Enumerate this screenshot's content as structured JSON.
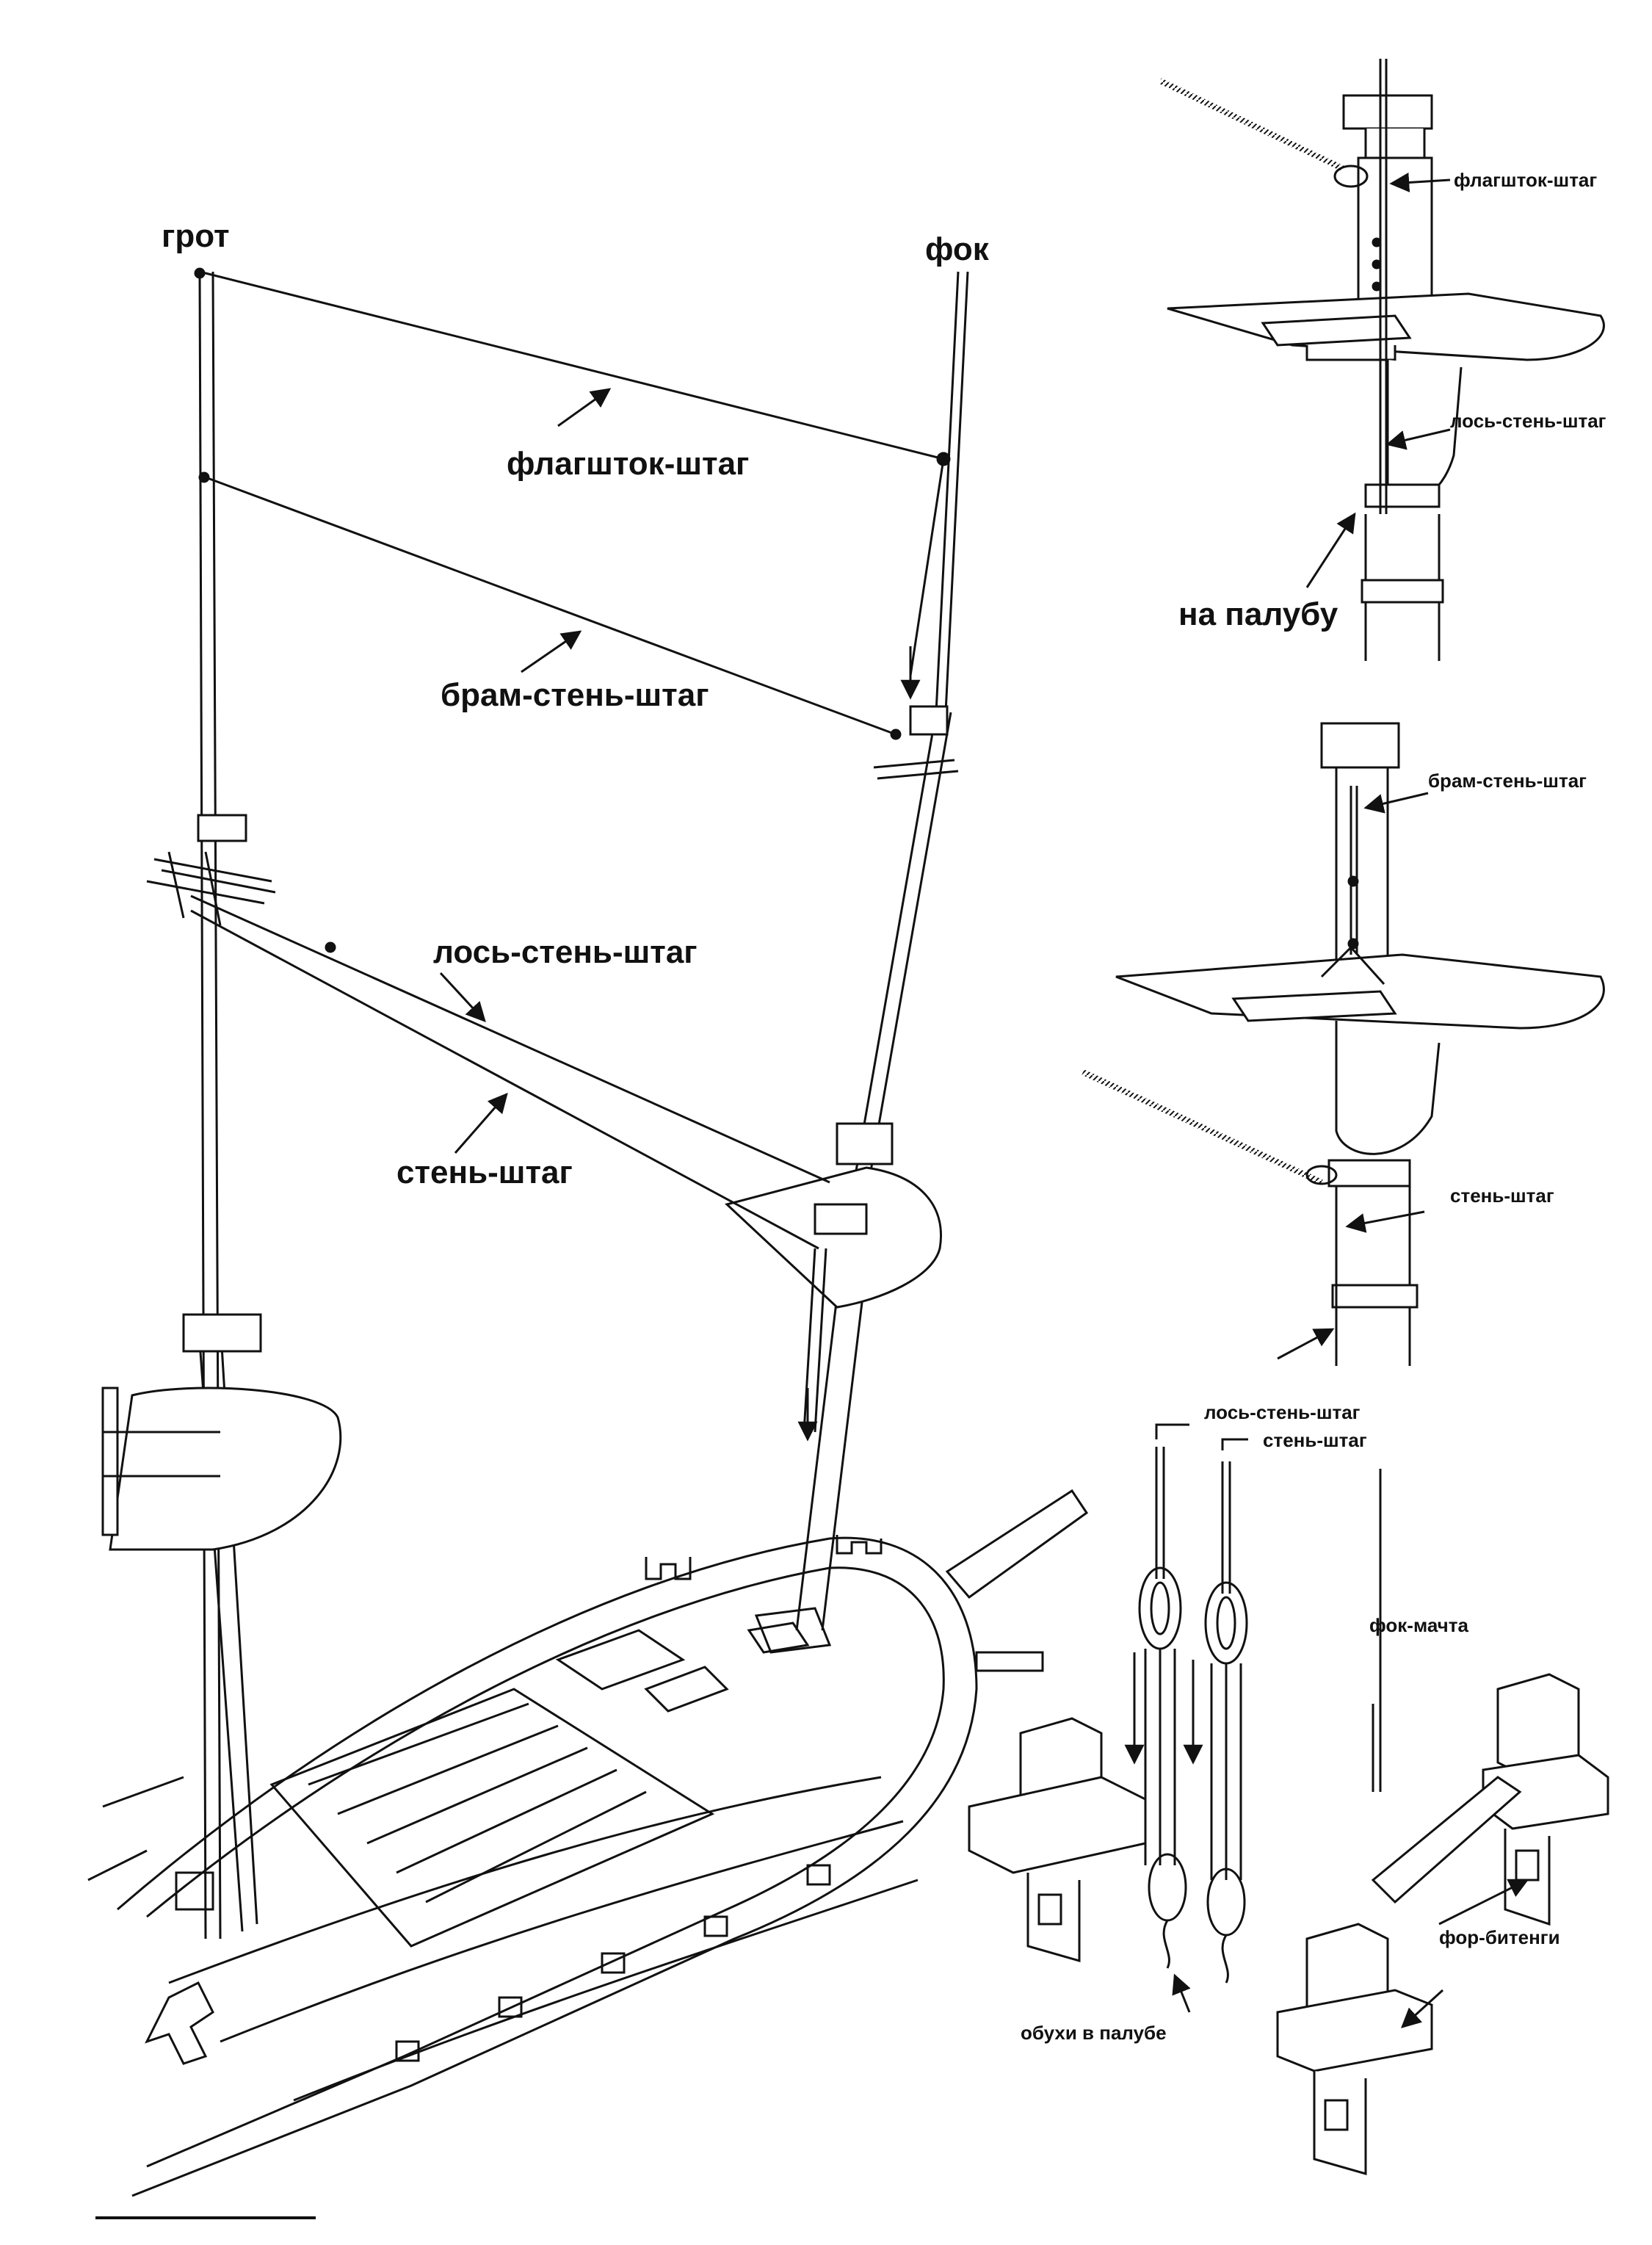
{
  "main_view": {
    "mast_grot": "грот",
    "mast_fok": "фок",
    "stay_flagshtok": "флагшток-штаг",
    "stay_bram": "брам-стень-штаг",
    "stay_los": "лось-стень-штаг",
    "stay_sten": "стень-штаг"
  },
  "detail_top": {
    "stay_flagshtok": "флагшток-штаг",
    "stay_los": "лось-стень-штаг",
    "to_deck": "на палубу"
  },
  "detail_middle": {
    "stay_bram": "брам-стень-штаг",
    "stay_sten": "стень-штаг"
  },
  "detail_bottom": {
    "stay_los": "лось-стень-штаг",
    "stay_sten": "стень-штаг",
    "fore_mast": "фок-мачта",
    "fore_bitts": "фор-битенги",
    "deck_eyebolts": "обухи в палубе"
  }
}
